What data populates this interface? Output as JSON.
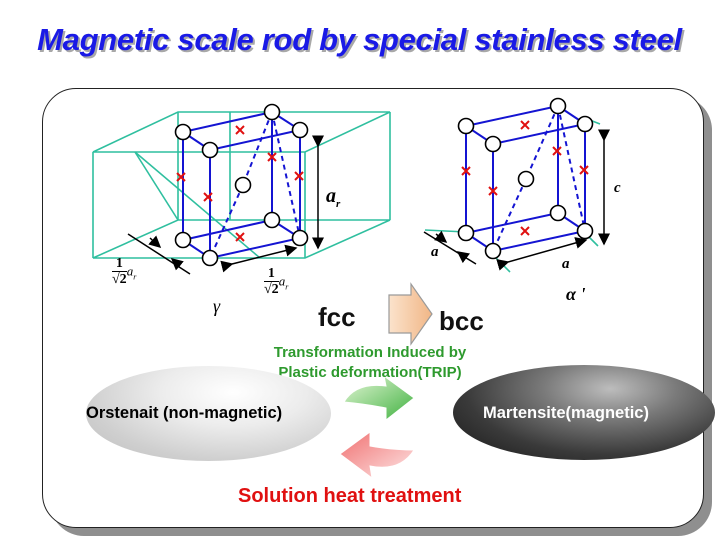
{
  "title": "Magnetic scale rod by special stainless steel",
  "gamma_label": "γ",
  "alpha_label": "α '",
  "fcc_label": "fcc",
  "bcc_label": "bcc",
  "trip_line1": "Transformation Induced by",
  "trip_line2": "Plastic deformation(TRIP)",
  "austenite_label": "Orstenait (non-magnetic)",
  "martensite_label": "Martensite(magnetic)",
  "solution_label": "Solution heat treatment",
  "dims": {
    "ar": "a",
    "ar_sub": "r",
    "frac_num": "1",
    "frac_den": "√2",
    "a": "a",
    "c": "c"
  },
  "colors": {
    "title": "#1a1ae6",
    "fcc_cell": "#2fbf9f",
    "lattice": "#1414d2",
    "cross": "#e01010",
    "trip": "#2e9a2e",
    "solution": "#e01010"
  }
}
